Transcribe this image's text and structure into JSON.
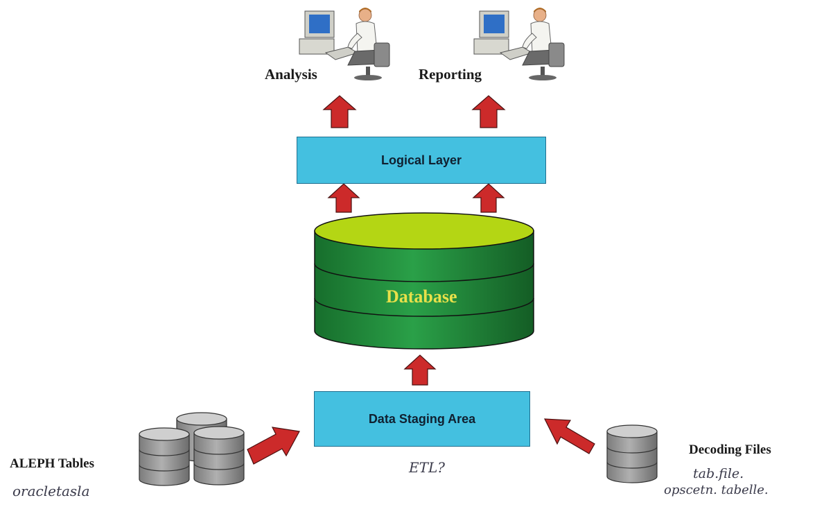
{
  "users": [
    {
      "label": "Analysis",
      "icon": "user-at-computer-icon"
    },
    {
      "label": "Reporting",
      "icon": "user-at-computer-icon"
    }
  ],
  "logical_layer": {
    "label": "Logical Layer"
  },
  "database": {
    "label": "Database",
    "icon": "database-cylinder-icon"
  },
  "staging": {
    "label": "Data Staging Area"
  },
  "sources": {
    "left": {
      "label": "ALEPH Tables",
      "note": "oracletasla",
      "icon": "database-stack-icon"
    },
    "right": {
      "label": "Decoding Files",
      "note_line1": "tab.file.",
      "note_line2": "opscetn. tabelle.",
      "icon": "database-stack-icon"
    }
  },
  "etl_note": "ETL?",
  "colors": {
    "box_fill": "#44c0e0",
    "arrow": "#cc2a2a",
    "db_green": "#1f8a3a",
    "db_top": "#b4d614",
    "db_label": "#e8e04a",
    "cylinder_gray": "#9a9a9a"
  }
}
